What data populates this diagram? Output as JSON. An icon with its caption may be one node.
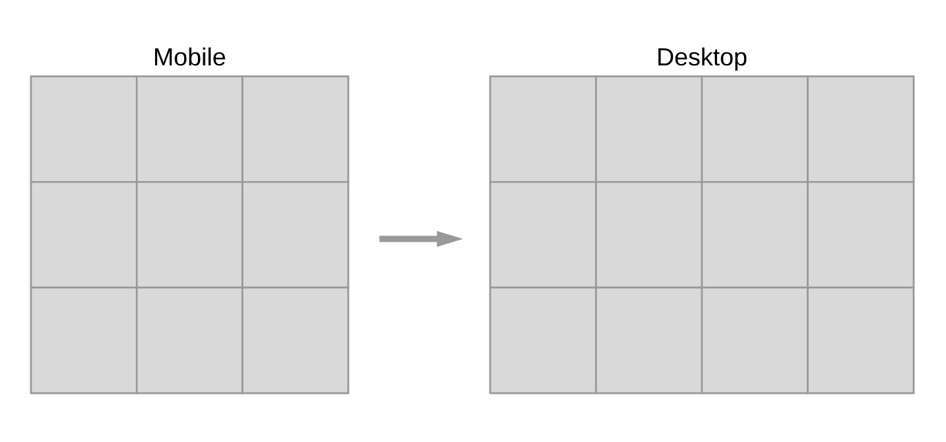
{
  "diagram": {
    "nodes": [
      {
        "text": [
          "Mobile"
        ]
      },
      {
        "text": [],
        "shape": "box",
        "in": 0
      },
      {
        "text": [],
        "shape": "box",
        "in": 0
      },
      {
        "text": [],
        "shape": "box",
        "in": 0
      },
      {
        "text": [],
        "shape": "box",
        "in": 0
      },
      {
        "text": [],
        "shape": "box",
        "in": 0
      },
      {
        "text": [],
        "shape": "box",
        "in": 0
      },
      {
        "text": [],
        "shape": "box",
        "in": 0
      },
      {
        "text": [],
        "shape": "box",
        "in": 0
      },
      {
        "text": [],
        "shape": "box",
        "in": 0
      },
      {
        "text": [
          "Desktop"
        ]
      },
      {
        "text": [],
        "shape": "box",
        "in": 10
      },
      {
        "text": [],
        "shape": "box",
        "in": 10
      },
      {
        "text": [],
        "shape": "box",
        "in": 10
      },
      {
        "text": [],
        "shape": "box",
        "in": 10
      },
      {
        "text": [],
        "shape": "box",
        "in": 10
      },
      {
        "text": [],
        "shape": "box",
        "in": 10
      },
      {
        "text": [],
        "shape": "box",
        "in": 10
      },
      {
        "text": [],
        "shape": "box",
        "in": 10
      },
      {
        "text": [],
        "shape": "box",
        "in": 10
      },
      {
        "text": [],
        "shape": "box",
        "in": 10
      },
      {
        "text": [],
        "shape": "box",
        "in": 10
      },
      {
        "text": [],
        "shape": "box",
        "in": 10
      }
    ],
    "edges": [
      {
        "from": 0,
        "to": 10,
        "arrow": "to"
      }
    ]
  }
}
